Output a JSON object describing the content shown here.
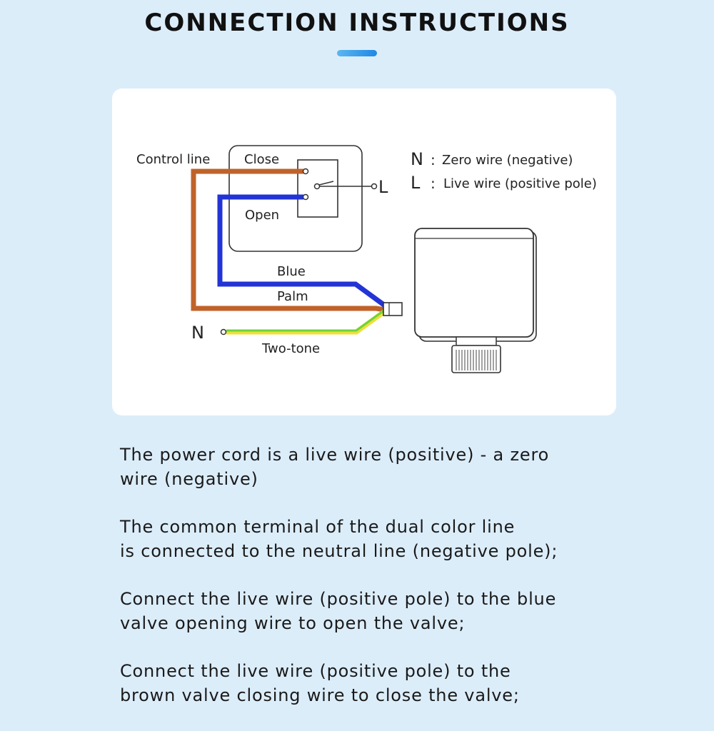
{
  "header": {
    "title": "CONNECTION INSTRUCTIONS"
  },
  "diagram": {
    "labels": {
      "control_line": "Control line",
      "close": "Close",
      "open": "Open",
      "l_terminal": "L",
      "n_terminal": "N",
      "blue": "Blue",
      "palm": "Palm",
      "two_tone": "Two-tone"
    },
    "legend": [
      {
        "symbol": "N",
        "separator": ":",
        "text": "Zero wire (negative)"
      },
      {
        "symbol": "L",
        "separator": ":",
        "text": "Live wire (positive pole)"
      }
    ],
    "wire_colors": {
      "brown": "#c0622a",
      "blue": "#2334d6",
      "green": "#6ed33a",
      "yellow": "#ede03a"
    }
  },
  "instructions": [
    {
      "lines": [
        "The power cord is a live wire (positive) - a zero",
        "wire (negative)"
      ]
    },
    {
      "lines": [
        "The common terminal of the dual color line",
        "is connected to the neutral line (negative pole);"
      ]
    },
    {
      "lines": [
        "Connect the live wire (positive pole) to the blue",
        "valve opening wire to open the valve;"
      ]
    },
    {
      "lines": [
        "Connect the live wire (positive pole) to the",
        "brown valve closing wire to close the valve;"
      ]
    }
  ]
}
